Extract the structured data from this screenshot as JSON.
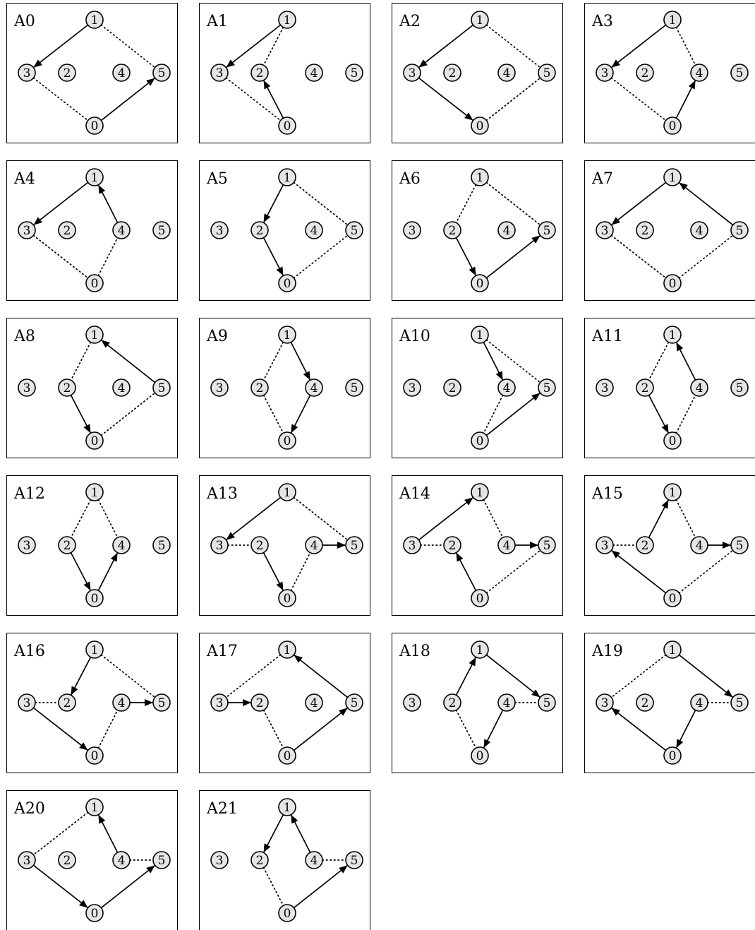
{
  "diagram": {
    "node_labels": [
      "0",
      "1",
      "2",
      "3",
      "4",
      "5"
    ],
    "panels": [
      {
        "label": "A0",
        "solid": [
          [
            1,
            3
          ],
          [
            0,
            5
          ]
        ],
        "dotted": [
          [
            1,
            5
          ],
          [
            3,
            0
          ]
        ]
      },
      {
        "label": "A1",
        "solid": [
          [
            1,
            3
          ],
          [
            0,
            2
          ]
        ],
        "dotted": [
          [
            1,
            2
          ],
          [
            3,
            0
          ]
        ]
      },
      {
        "label": "A2",
        "solid": [
          [
            1,
            3
          ],
          [
            3,
            0
          ]
        ],
        "dotted": [
          [
            1,
            5
          ],
          [
            0,
            5
          ]
        ]
      },
      {
        "label": "A3",
        "solid": [
          [
            1,
            3
          ],
          [
            0,
            4
          ]
        ],
        "dotted": [
          [
            1,
            4
          ],
          [
            3,
            0
          ]
        ]
      },
      {
        "label": "A4",
        "solid": [
          [
            1,
            3
          ],
          [
            4,
            1
          ]
        ],
        "dotted": [
          [
            3,
            0
          ],
          [
            0,
            4
          ]
        ]
      },
      {
        "label": "A5",
        "solid": [
          [
            1,
            2
          ],
          [
            2,
            0
          ]
        ],
        "dotted": [
          [
            1,
            5
          ],
          [
            0,
            5
          ]
        ]
      },
      {
        "label": "A6",
        "solid": [
          [
            2,
            0
          ],
          [
            0,
            5
          ]
        ],
        "dotted": [
          [
            1,
            2
          ],
          [
            1,
            5
          ]
        ]
      },
      {
        "label": "A7",
        "solid": [
          [
            1,
            3
          ],
          [
            5,
            1
          ]
        ],
        "dotted": [
          [
            3,
            0
          ],
          [
            0,
            5
          ]
        ]
      },
      {
        "label": "A8",
        "solid": [
          [
            5,
            1
          ],
          [
            2,
            0
          ]
        ],
        "dotted": [
          [
            1,
            2
          ],
          [
            0,
            5
          ]
        ]
      },
      {
        "label": "A9",
        "solid": [
          [
            1,
            4
          ],
          [
            4,
            0
          ]
        ],
        "dotted": [
          [
            1,
            2
          ],
          [
            2,
            0
          ]
        ]
      },
      {
        "label": "A10",
        "solid": [
          [
            1,
            4
          ],
          [
            0,
            5
          ]
        ],
        "dotted": [
          [
            1,
            5
          ],
          [
            4,
            0
          ]
        ]
      },
      {
        "label": "A11",
        "solid": [
          [
            4,
            1
          ],
          [
            2,
            0
          ]
        ],
        "dotted": [
          [
            1,
            2
          ],
          [
            0,
            4
          ]
        ]
      },
      {
        "label": "A12",
        "solid": [
          [
            2,
            0
          ],
          [
            0,
            4
          ]
        ],
        "dotted": [
          [
            1,
            2
          ],
          [
            1,
            4
          ]
        ]
      },
      {
        "label": "A13",
        "solid": [
          [
            1,
            3
          ],
          [
            2,
            0
          ],
          [
            4,
            5
          ]
        ],
        "dotted": [
          [
            1,
            5
          ],
          [
            3,
            2
          ],
          [
            0,
            4
          ]
        ]
      },
      {
        "label": "A14",
        "solid": [
          [
            3,
            1
          ],
          [
            0,
            2
          ],
          [
            4,
            5
          ]
        ],
        "dotted": [
          [
            1,
            4
          ],
          [
            3,
            2
          ],
          [
            0,
            5
          ]
        ]
      },
      {
        "label": "A15",
        "solid": [
          [
            2,
            1
          ],
          [
            0,
            3
          ],
          [
            4,
            5
          ]
        ],
        "dotted": [
          [
            1,
            4
          ],
          [
            3,
            2
          ],
          [
            0,
            5
          ]
        ]
      },
      {
        "label": "A16",
        "solid": [
          [
            1,
            2
          ],
          [
            3,
            0
          ],
          [
            4,
            5
          ]
        ],
        "dotted": [
          [
            1,
            5
          ],
          [
            3,
            2
          ],
          [
            0,
            4
          ]
        ]
      },
      {
        "label": "A17",
        "solid": [
          [
            5,
            1
          ],
          [
            3,
            2
          ],
          [
            0,
            5
          ]
        ],
        "dotted": [
          [
            1,
            3
          ],
          [
            2,
            0
          ]
        ]
      },
      {
        "label": "A18",
        "solid": [
          [
            2,
            1
          ],
          [
            1,
            5
          ],
          [
            4,
            0
          ]
        ],
        "dotted": [
          [
            2,
            0
          ],
          [
            4,
            5
          ]
        ]
      },
      {
        "label": "A19",
        "solid": [
          [
            1,
            5
          ],
          [
            0,
            3
          ],
          [
            4,
            0
          ]
        ],
        "dotted": [
          [
            1,
            3
          ],
          [
            4,
            5
          ]
        ]
      },
      {
        "label": "A20",
        "solid": [
          [
            4,
            1
          ],
          [
            3,
            0
          ],
          [
            0,
            5
          ]
        ],
        "dotted": [
          [
            1,
            3
          ],
          [
            4,
            5
          ]
        ]
      },
      {
        "label": "A21",
        "solid": [
          [
            1,
            2
          ],
          [
            4,
            1
          ],
          [
            0,
            5
          ]
        ],
        "dotted": [
          [
            2,
            0
          ],
          [
            4,
            5
          ]
        ]
      }
    ]
  }
}
